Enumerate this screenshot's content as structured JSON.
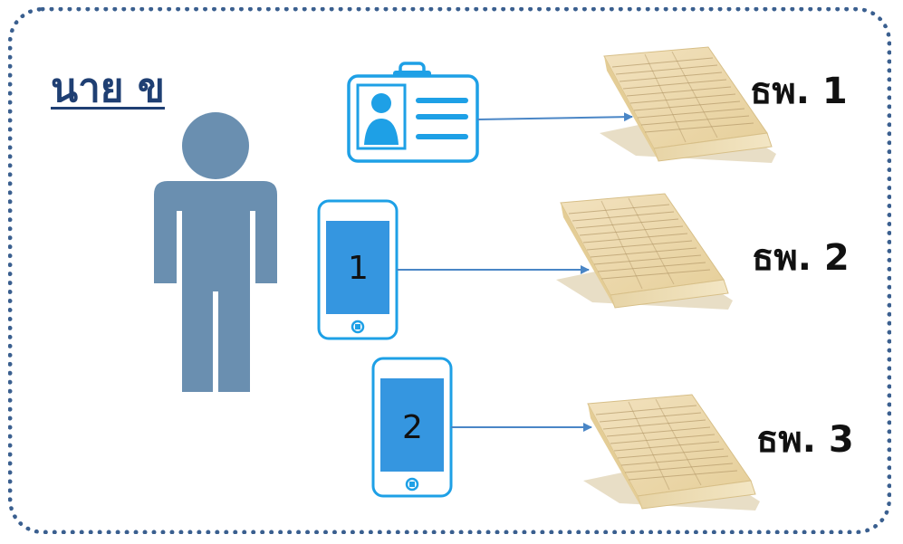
{
  "person": {
    "name": "นาย ข"
  },
  "phones": [
    {
      "label": "1"
    },
    {
      "label": "2"
    }
  ],
  "banks": [
    {
      "label": "ธพ. 1"
    },
    {
      "label": "ธพ. 2"
    },
    {
      "label": "ธพ. 3"
    }
  ],
  "icons": {
    "person": "person-icon",
    "id_card": "id-card-icon",
    "phone": "smartphone-icon",
    "bankbook": "bankbook-icon"
  },
  "colors": {
    "frame": "#3a5f8f",
    "person": "#6a8fb0",
    "id_card": "#1ea0e6",
    "phone_screen": "#3596e0",
    "phone_body": "#1ea0e6",
    "arrow": "#4a86c6",
    "title": "#1f3f73"
  }
}
